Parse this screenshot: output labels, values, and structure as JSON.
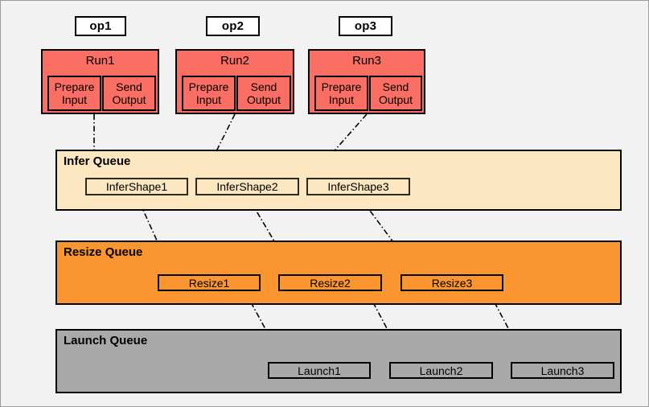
{
  "diagram": {
    "title": "Operator pipeline queue diagram",
    "background_color": "#f2f2f2",
    "colors": {
      "run_box": "#fa6e64",
      "infer_queue": "#fde7c0",
      "resize_queue": "#fb9530",
      "launch_queue": "#a9a9a9",
      "outline": "#000000",
      "op_tag_bg": "#ffffff"
    }
  },
  "op_tags": [
    {
      "label": "op1"
    },
    {
      "label": "op2"
    },
    {
      "label": "op3"
    }
  ],
  "runs": [
    {
      "title": "Run1",
      "steps": [
        {
          "line1": "Prepare",
          "line2": "Input"
        },
        {
          "line1": "Send",
          "line2": "Output"
        }
      ]
    },
    {
      "title": "Run2",
      "steps": [
        {
          "line1": "Prepare",
          "line2": "Input"
        },
        {
          "line1": "Send",
          "line2": "Output"
        }
      ]
    },
    {
      "title": "Run3",
      "steps": [
        {
          "line1": "Prepare",
          "line2": "Input"
        },
        {
          "line1": "Send",
          "line2": "Output"
        }
      ]
    }
  ],
  "queues": [
    {
      "name": "infer",
      "title": "Infer Queue",
      "items": [
        {
          "label": "InferShape1"
        },
        {
          "label": "InferShape2"
        },
        {
          "label": "InferShape3"
        }
      ]
    },
    {
      "name": "resize",
      "title": "Resize Queue",
      "items": [
        {
          "label": "Resize1"
        },
        {
          "label": "Resize2"
        },
        {
          "label": "Resize3"
        }
      ]
    },
    {
      "name": "launch",
      "title": "Launch Queue",
      "items": [
        {
          "label": "Launch1"
        },
        {
          "label": "Launch2"
        },
        {
          "label": "Launch3"
        }
      ]
    }
  ],
  "connections": [
    {
      "from": "Run1",
      "to": "InferShape1",
      "style": "dash-dot-arrow"
    },
    {
      "from": "Run2",
      "to": "InferShape2",
      "style": "dash-dot-arrow"
    },
    {
      "from": "Run3",
      "to": "InferShape3",
      "style": "dash-dot-arrow"
    },
    {
      "from": "InferShape1",
      "to": "Resize1",
      "style": "dash-dot-arrow"
    },
    {
      "from": "InferShape2",
      "to": "Resize2",
      "style": "dash-dot-arrow"
    },
    {
      "from": "InferShape3",
      "to": "Resize3",
      "style": "dash-dot-arrow"
    },
    {
      "from": "Resize1",
      "to": "Launch1",
      "style": "dash-dot-arrow"
    },
    {
      "from": "Resize2",
      "to": "Launch2",
      "style": "dash-dot-arrow"
    },
    {
      "from": "Resize3",
      "to": "Launch3",
      "style": "dash-dot-arrow"
    }
  ]
}
